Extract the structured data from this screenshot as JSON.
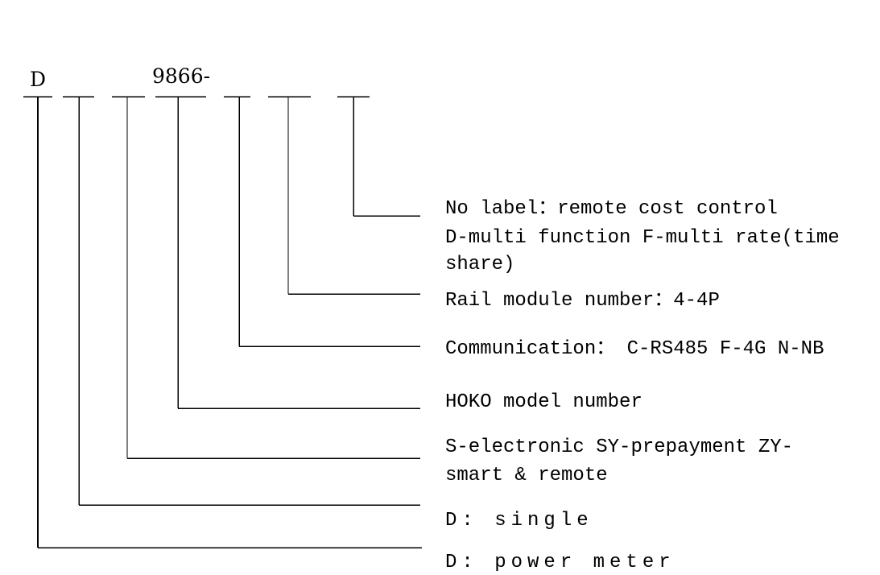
{
  "code": {
    "prefix": "D",
    "model": "9866-"
  },
  "descriptions": [
    {
      "lines": [
        "No label：remote cost control",
        "D-multi function F-multi rate(time",
        "share)"
      ]
    },
    {
      "lines": [
        "Rail module number：4-4P"
      ]
    },
    {
      "lines": [
        "Communication： C-RS485  F-4G N-NB"
      ]
    },
    {
      "lines": [
        "HOKO model number"
      ]
    },
    {
      "lines": [
        "S-electronic  SY-prepayment  ZY-",
        "smart & remote"
      ]
    },
    {
      "lines": [
        "D: single"
      ]
    },
    {
      "lines": [
        "D: power meter"
      ]
    }
  ]
}
